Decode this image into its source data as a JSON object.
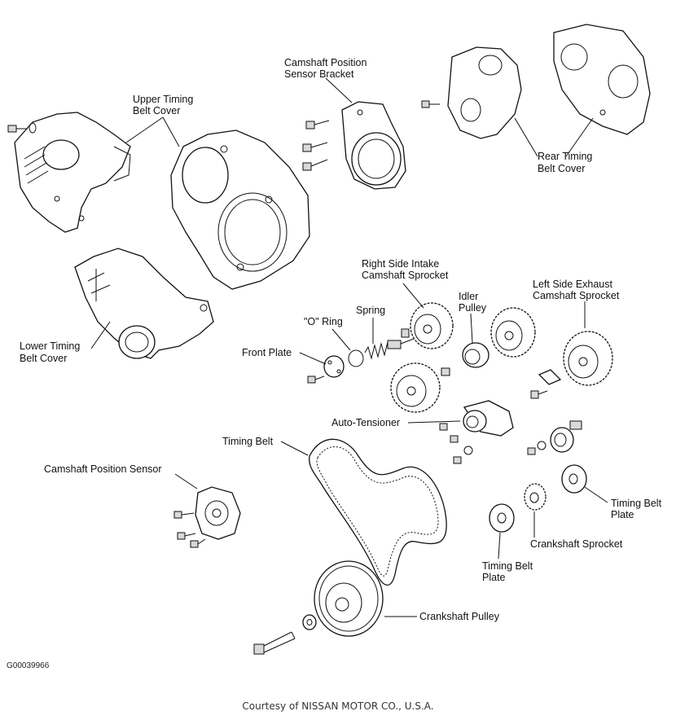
{
  "labels": {
    "camshaft_position_sensor_bracket": [
      "Camshaft Position",
      "Sensor Bracket"
    ],
    "upper_timing_belt_cover": [
      "Upper Timing",
      "Belt Cover"
    ],
    "rear_timing_belt_cover": [
      "Rear Timing",
      "Belt Cover"
    ],
    "lower_timing_belt_cover": [
      "Lower Timing",
      "Belt Cover"
    ],
    "right_side_intake_sprocket": [
      "Right Side Intake",
      "Camshaft Sprocket"
    ],
    "left_side_exhaust_sprocket": [
      "Left Side Exhaust",
      "Camshaft Sprocket"
    ],
    "idler_pulley": [
      "Idler",
      "Pulley"
    ],
    "o_ring": "\"O\" Ring",
    "spring": "Spring",
    "front_plate": "Front Plate",
    "auto_tensioner": "Auto-Tensioner",
    "timing_belt": "Timing Belt",
    "camshaft_position_sensor": "Camshaft Position Sensor",
    "timing_belt_plate_right": [
      "Timing Belt",
      "Plate"
    ],
    "crankshaft_sprocket": "Crankshaft Sprocket",
    "timing_belt_plate_lower": [
      "Timing Belt",
      "Plate"
    ],
    "crankshaft_pulley": "Crankshaft Pulley"
  },
  "figure_id": "G00039966",
  "credit": "Courtesy of NISSAN MOTOR CO., U.S.A."
}
